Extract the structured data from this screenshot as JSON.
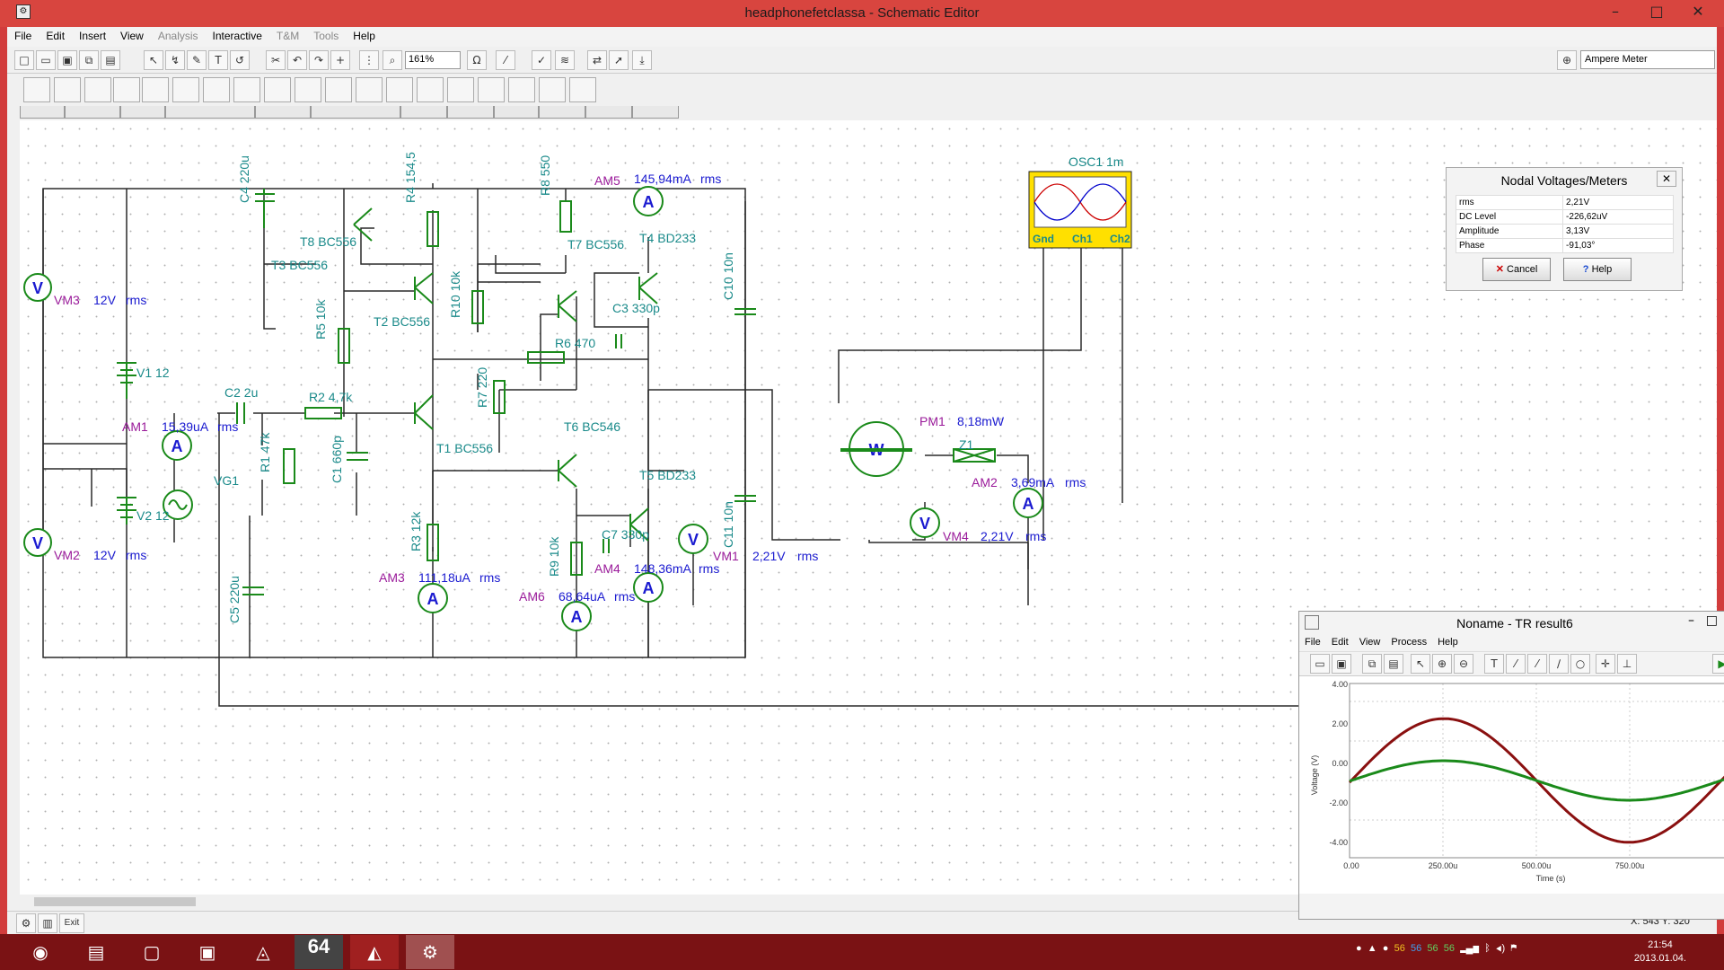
{
  "window": {
    "title": "headphonefetclassa - Schematic Editor",
    "min": "–",
    "max": "□",
    "close": "✕"
  },
  "menu": [
    {
      "label": "File"
    },
    {
      "label": "Edit"
    },
    {
      "label": "Insert"
    },
    {
      "label": "View"
    },
    {
      "label": "Analysis",
      "disabled": true
    },
    {
      "label": "Interactive"
    },
    {
      "label": "T&M",
      "disabled": true
    },
    {
      "label": "Tools",
      "disabled": true
    },
    {
      "label": "Help"
    }
  ],
  "toolbar": {
    "zoom": "161%",
    "meter_select": "Ampere Meter"
  },
  "schematic": {
    "labels": {
      "c4": "C4 220u",
      "r4": "R4 154,5",
      "r8": "R8 550",
      "am5": "AM5",
      "am5_val": "145,94mA",
      "am5_unit": "rms",
      "t4": "T4 BD233",
      "t8": "T8 BC556",
      "t3": "T3 BC556",
      "t7": "T7 BC556",
      "r10": "R10 10k",
      "c3": "C3 330p",
      "c10": "C10 10n",
      "r5": "R5 10k",
      "t2": "T2 BC556",
      "r6": "R6 470",
      "vm3": "VM3",
      "v12a": "12V",
      "rms_a": "rms",
      "v1": "V1 12",
      "r7": "R7 220",
      "c2": "C2 2u",
      "r2": "R2 4,7k",
      "am1": "AM1",
      "am1_val": "15,39uA",
      "am1_unit": "rms",
      "r1": "R1 47k",
      "c1": "C1 660p",
      "t1": "T1 BC556",
      "t6": "T6 BC546",
      "vg1": "VG1",
      "v2": "V2 12",
      "t5": "T5 BD233",
      "vm2": "VM2",
      "v12b": "12V",
      "rms_b": "rms",
      "r3": "R3 12k",
      "c11": "C11 10n",
      "r9": "R9 10k",
      "c7": "C7 330p",
      "am4": "AM4",
      "am4_val": "148,36mA",
      "am4_unit": "rms",
      "vm1": "VM1",
      "vm1_val": "2,21V",
      "vm1_unit": "rms",
      "c5": "C5 220u",
      "am3": "AM3",
      "am3_val": "111,18uA",
      "am3_unit": "rms",
      "am6": "AM6",
      "am6_val": "68,64uA",
      "am6_unit": "rms",
      "osc1": "OSC1 1m",
      "gnd": "Gnd",
      "ch1": "Ch1",
      "ch2": "Ch2",
      "pm1": "PM1",
      "pm1_val": "8,18mW",
      "z1": "Z1",
      "am2": "AM2",
      "am2_val": "3,69mA",
      "am2_unit": "rms",
      "vm4": "VM4",
      "vm4_val": "2,21V",
      "vm4_unit": "rms"
    }
  },
  "nodal": {
    "title": "Nodal Voltages/Meters",
    "rows": [
      [
        "rms",
        "2,21V"
      ],
      [
        "DC Level",
        "-226,62uV"
      ],
      [
        "Amplitude",
        "3,13V"
      ],
      [
        "Phase",
        "-91,03°"
      ]
    ],
    "cancel": "Cancel",
    "help": "Help"
  },
  "tr": {
    "title": "Noname - TR result6",
    "menu": [
      "File",
      "Edit",
      "View",
      "Process",
      "Help"
    ],
    "yticks": [
      "4.00",
      "2.00",
      "0.00",
      "-2.00",
      "-4.00"
    ],
    "xticks": [
      "0.00",
      "250.00u",
      "500.00u",
      "750.00u"
    ],
    "ylabel": "Voltage (V)",
    "xlabel": "Time (s)"
  },
  "status": {
    "coords": "X: 543 Y: 320",
    "exit": "Exit"
  },
  "clock": {
    "time": "21:54",
    "date": "2013.01.04."
  },
  "taskbar": {
    "app_64": "64"
  },
  "tray": [
    "56",
    "56",
    "56",
    "56"
  ],
  "colors": {
    "titlebar": "#d8453f",
    "wire": "#2a2a2a",
    "component": "#1a8a1a",
    "label_teal": "#1a8a8a",
    "label_blue": "#1a1ad0",
    "label_purple": "#9a1a9a",
    "taskbar": "#7a1214"
  }
}
